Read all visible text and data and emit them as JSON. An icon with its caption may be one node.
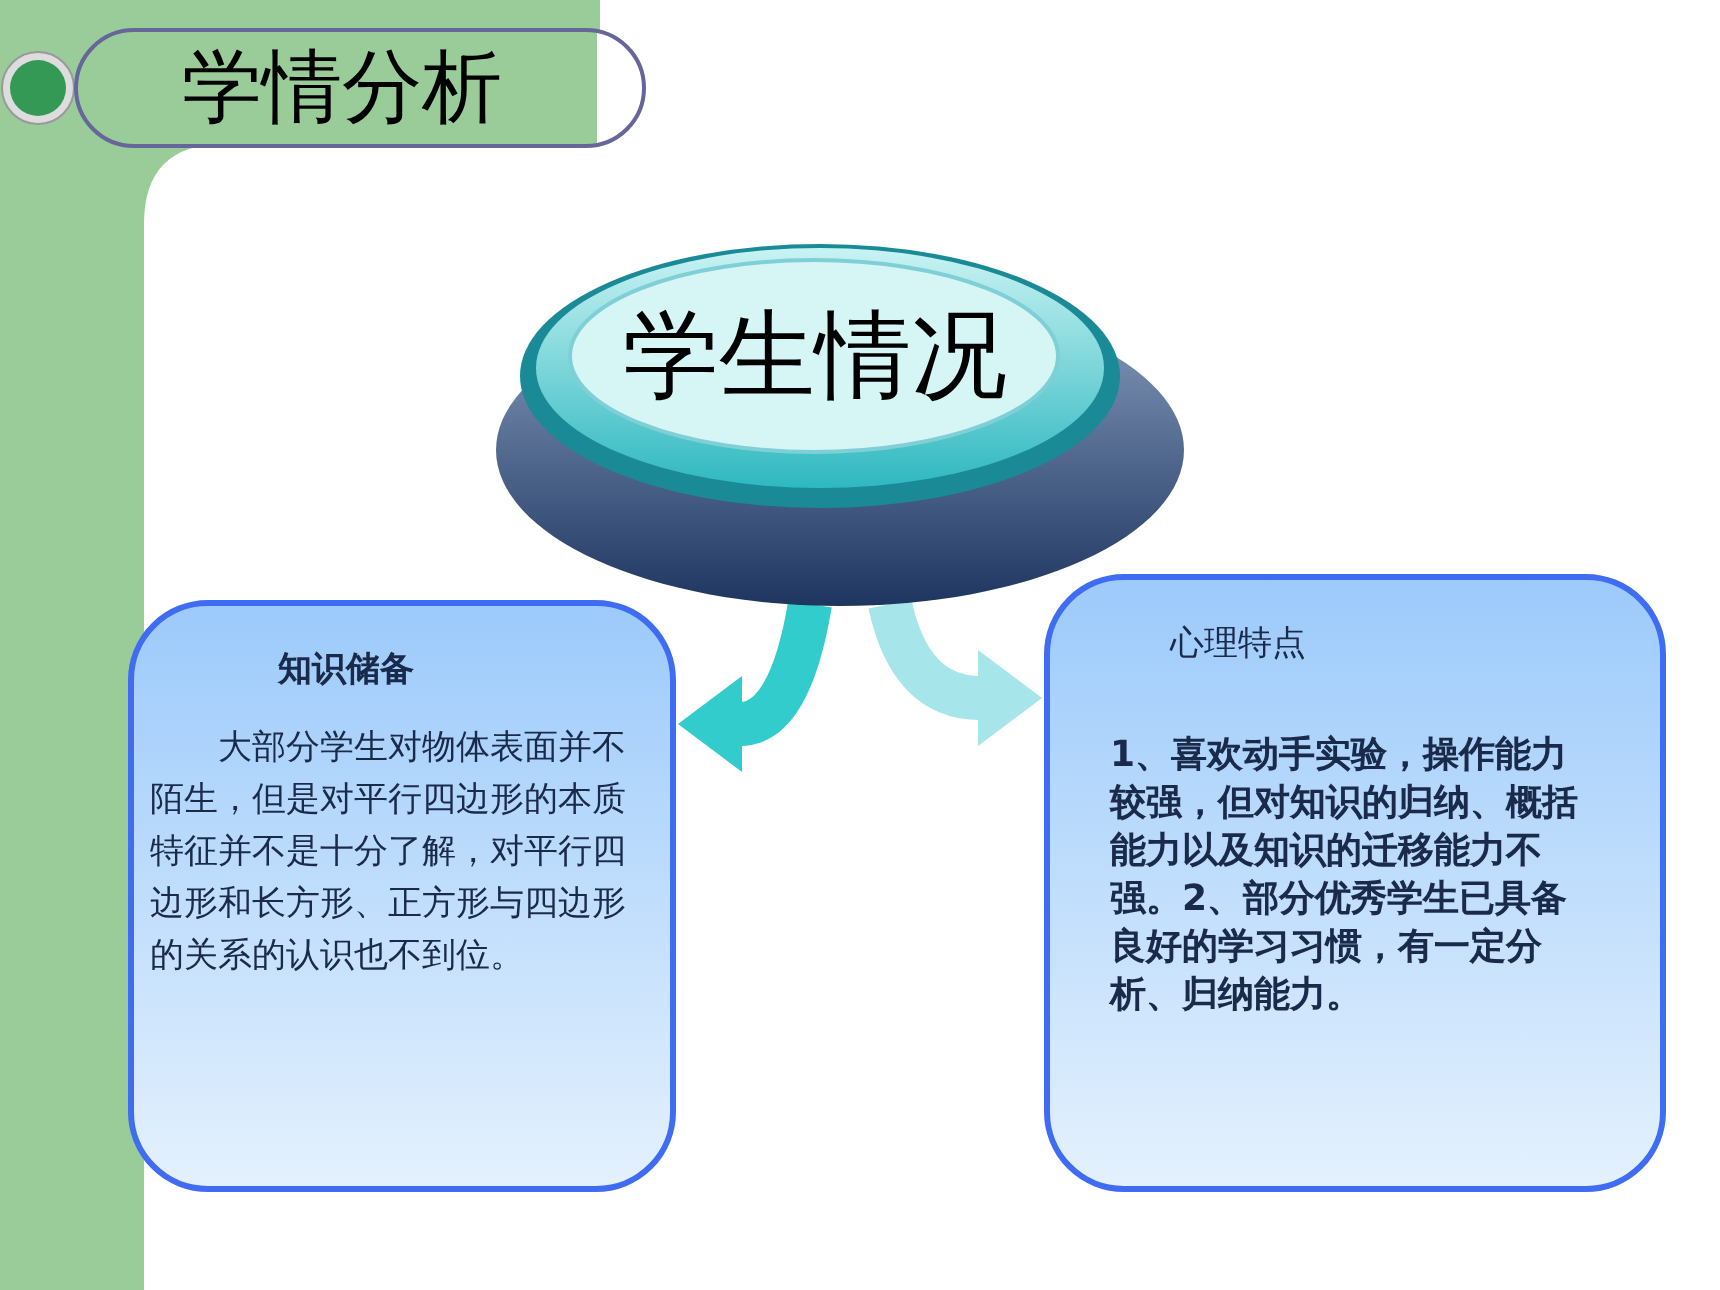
{
  "diagram": {
    "title": "学情分析",
    "nodes": [
      {
        "text": [
          "学生情况"
        ]
      },
      {
        "text": [
          "知识储备",
          "大部分学生对物体表面并不陌生，但是对平行四边形的本质特征并不是十分了解，对平行四边形和长方形、正方形与四边形的关系的认识也不到位。"
        ]
      },
      {
        "text": [
          "心理特点",
          "1、喜欢动手实验，操作能力较强，但对知识的归纳、概括能力以及知识的迁移能力不强。2、部分优秀学生已具备良好的学习习惯，有一定分析、归纳能力。"
        ]
      }
    ],
    "edges": [
      {
        "from": 0,
        "to": 1,
        "arrow": "to",
        "color": "#33cccc"
      },
      {
        "from": 0,
        "to": 2,
        "arrow": "to",
        "color": "#a6e6ea"
      }
    ]
  }
}
